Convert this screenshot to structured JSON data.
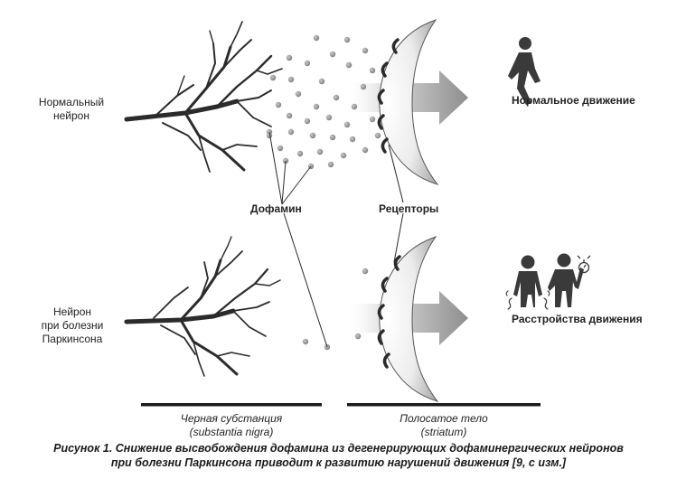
{
  "labels": {
    "normal_neuron": [
      "Нормальный",
      "нейрон"
    ],
    "parkinson_neuron": [
      "Нейрон",
      "при болезни",
      "Паркинсона"
    ],
    "dopamine": "Дофамин",
    "receptors": "Рецепторы",
    "normal_movement": "Нормальное движение",
    "movement_disorders": "Расстройства движения",
    "substantia_nigra": [
      "Черная субстанция",
      "(substantia nigra)"
    ],
    "striatum": [
      "Полосатое тело",
      "(striatum)"
    ]
  },
  "caption": [
    "Рисунок 1. Снижение высвобождения дофамина из дегенерирующих дофаминергических нейронов",
    "при болезни Паркинсона приводит к развитию нарушений движения [9, с изм.]"
  ],
  "icons": {
    "normal_person": "walking-person-icon",
    "tremor_person": "trembling-person-icon",
    "slow_person": "person-with-stopwatch-icon"
  },
  "colors": {
    "dots": "#8c8c8c",
    "arrow": "#9a9a9a",
    "ink": "#2b2b2b"
  }
}
